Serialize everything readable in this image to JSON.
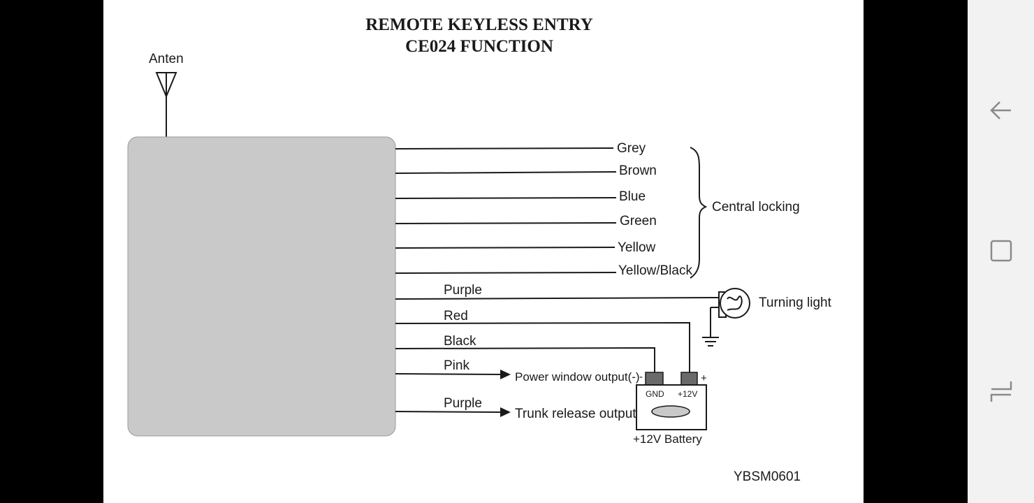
{
  "diagram": {
    "title_line1": "REMOTE KEYLESS ENTRY",
    "title_line2": "CE024 FUNCTION",
    "antenna_label": "Anten",
    "wires": {
      "grey": "Grey",
      "brown": "Brown",
      "blue": "Blue",
      "green": "Green",
      "yellow": "Yellow",
      "yellow_black": "Yellow/Black",
      "purple_light": "Purple",
      "red": "Red",
      "black": "Black",
      "pink": "Pink",
      "purple_trunk": "Purple"
    },
    "central_locking_label": "Central locking",
    "turning_light_label": "Turning light",
    "power_window_label": "Power window output(-)",
    "trunk_release_label": "Trunk release output",
    "battery": {
      "label": "+12V Battery",
      "gnd": "GND",
      "plus12v": "+12V",
      "minus_sign": "-",
      "plus_sign": "+"
    },
    "code": "YBSM0601"
  },
  "nav": {
    "back_icon": "back-arrow-icon",
    "recents_icon": "recents-square-icon",
    "switch_icon": "switch-apps-icon"
  },
  "colors": {
    "module_fill": "#c9c9c9",
    "nav_bg": "#f2f2f2",
    "nav_icon": "#8a8a8a"
  }
}
